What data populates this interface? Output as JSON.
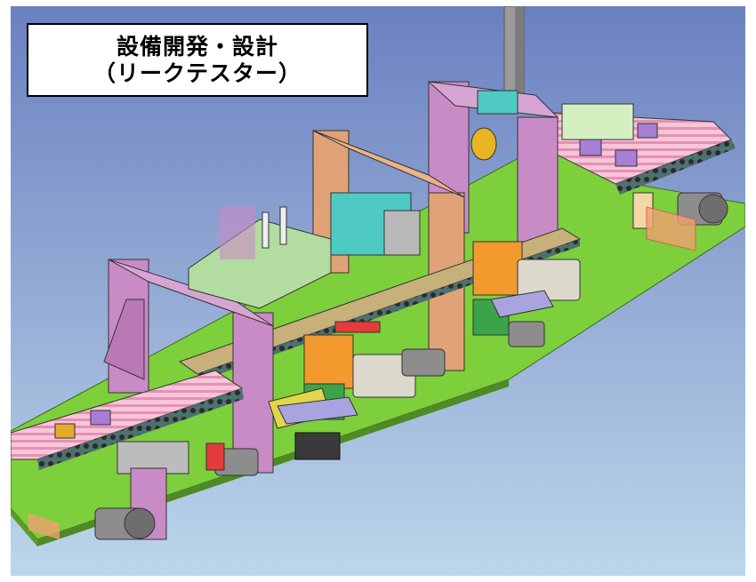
{
  "caption": {
    "line1": "設備開発・設計",
    "line2": "（リークテスター）"
  },
  "colors": {
    "background_top": "#6b80c0",
    "background_bottom": "#bcd6ea",
    "base_plate": "#7dcf3c",
    "gantry_purple": "#c98bc6",
    "gantry_salmon": "#e0a277",
    "plate_green": "#b3dca0",
    "teal": "#4fc9c3",
    "orange": "#f29a2e",
    "gray_motor": "#8d8d8d"
  },
  "image": {
    "subject": "3D CAD render of leak-tester conveyor machine"
  }
}
